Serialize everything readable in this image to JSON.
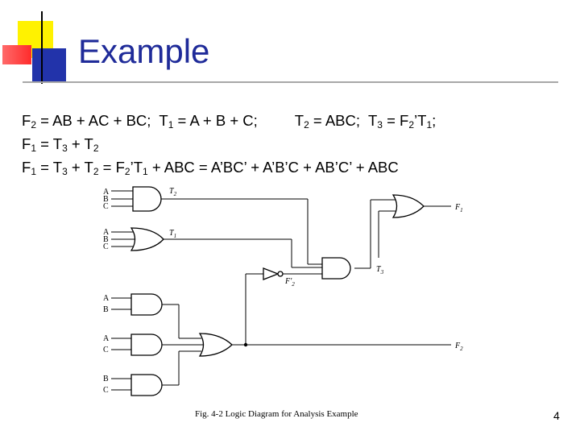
{
  "title": "Example",
  "equations": {
    "line1": {
      "p1": "F",
      "p1s": "2",
      "p2": " = AB + AC + BC;  T",
      "p2s": "1",
      "p3": " = A + B + C;",
      "p4": "T",
      "p4s": "2",
      "p5": " = ABC;  T",
      "p5s": "3",
      "p6": " = F",
      "p6s": "2",
      "p7": "’T",
      "p7s": "1",
      "p8": ";"
    },
    "line2": {
      "p1": "F",
      "p1s": "1",
      "p2": " = T",
      "p2s": "3",
      "p3": " + T",
      "p3s": "2"
    },
    "line3": {
      "p1": "F",
      "p1s": "1",
      "p2": " = T",
      "p2s": "3",
      "p3": " + T",
      "p3s": "2",
      "p4": " = F",
      "p4s": "2",
      "p5": "’T",
      "p5s": "1",
      "p6": " + ABC = A’BC’ + A’B’C + AB’C’ + ABC"
    }
  },
  "diagram": {
    "and1_inputs": [
      "A",
      "B",
      "C"
    ],
    "and1_output": "T2",
    "or1_inputs": [
      "A",
      "B",
      "C"
    ],
    "or1_output": "T1",
    "not_output": "F'2",
    "and2_output": "T3",
    "or_out_label": "F1",
    "or2_out_label": "F2",
    "g1_inputs": [
      "A",
      "B"
    ],
    "g2_inputs": [
      "A",
      "C"
    ],
    "g3_inputs": [
      "B",
      "C"
    ]
  },
  "caption": "Fig. 4-2 Logic Diagram for Analysis Example",
  "page_number": "4",
  "colors": {
    "title": "#1f2b99",
    "yellow": "#fff200",
    "blue": "#2233aa",
    "red": "#ff2b2b",
    "rule": "#a8a8a8"
  }
}
